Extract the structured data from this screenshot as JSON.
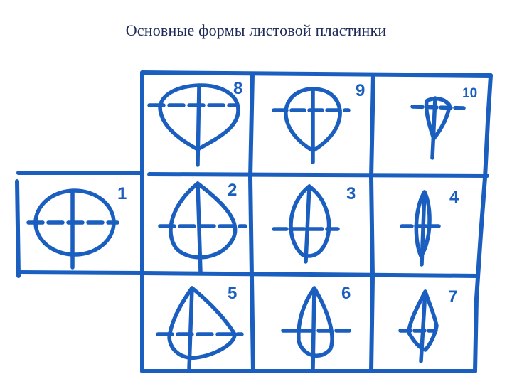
{
  "title": "Основные формы листовой пластинки",
  "colors": {
    "ink": "#1a5fbf",
    "title": "#1f2a5a",
    "background": "#ffffff"
  },
  "cells": [
    {
      "number": "1"
    },
    {
      "number": "2"
    },
    {
      "number": "3"
    },
    {
      "number": "4"
    },
    {
      "number": "5"
    },
    {
      "number": "6"
    },
    {
      "number": "7"
    },
    {
      "number": "8"
    },
    {
      "number": "9"
    },
    {
      "number": "10"
    }
  ]
}
